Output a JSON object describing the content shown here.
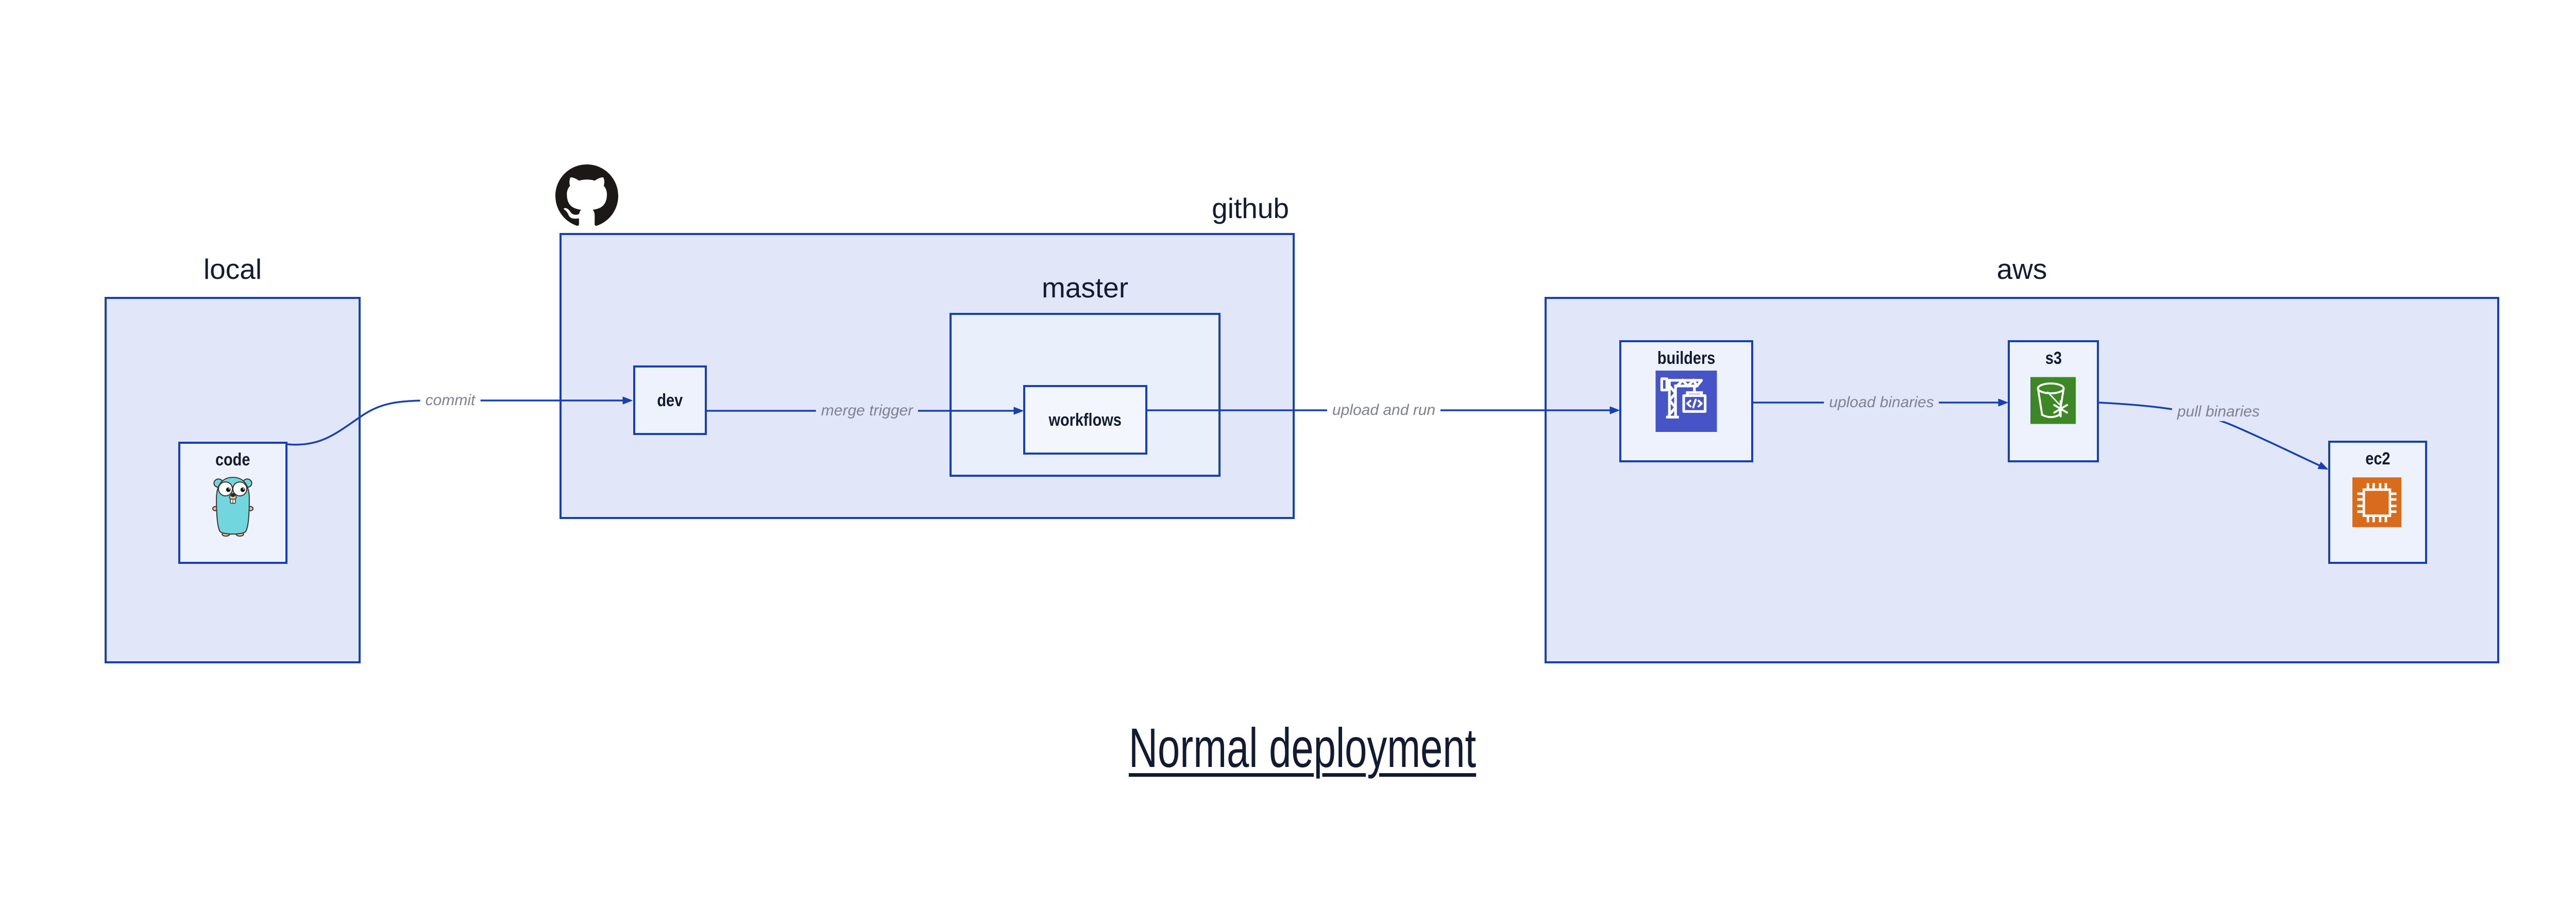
{
  "title": {
    "text": "Normal deployment"
  },
  "colors": {
    "accent": "#1740b5",
    "navy": "#131b33",
    "gray": "#7d828e",
    "outer_fill": "#e1e7f9",
    "mid_fill": "#eaeffc",
    "node_fill": "#eef2fc",
    "innermost_fill": "#f4f6fd",
    "octocat": "#1b1817",
    "codebuild": "#4654c8",
    "s3": "#3e8727",
    "ec2": "#d86b1c",
    "gopher": "#72d6de",
    "gopher_outline": "#3a3330",
    "gopher_skin": "#e8c39b",
    "white": "#ffffff"
  },
  "containers": {
    "local": {
      "label": "local"
    },
    "github": {
      "label": "github"
    },
    "master": {
      "label": "master"
    },
    "aws": {
      "label": "aws"
    }
  },
  "nodes": {
    "code": {
      "label": "code"
    },
    "dev": {
      "label": "dev"
    },
    "workflows": {
      "label": "workflows"
    },
    "builders": {
      "label": "builders"
    },
    "s3": {
      "label": "s3"
    },
    "ec2": {
      "label": "ec2"
    }
  },
  "edges": {
    "commit": {
      "label": "commit"
    },
    "merge_trigger": {
      "label": "merge trigger"
    },
    "upload_and_run": {
      "label": "upload and run"
    },
    "upload_binaries": {
      "label": "upload binaries"
    },
    "pull_binaries": {
      "label": "pull binaries"
    }
  },
  "icons": {
    "octocat": "github-logo",
    "gopher": "go-gopher-mascot",
    "builders": "codebuild-crane",
    "s3": "s3-glacier-bucket",
    "ec2": "ec2-chip"
  }
}
